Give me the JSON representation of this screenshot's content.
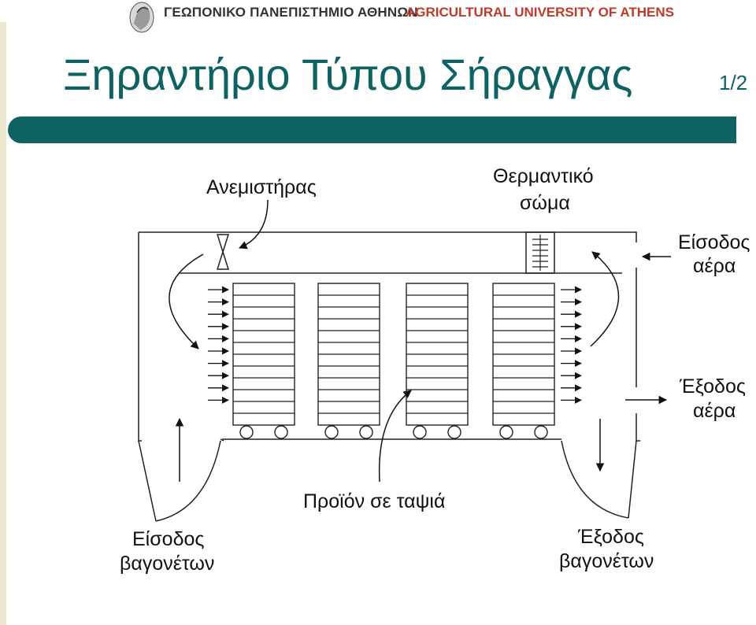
{
  "header": {
    "university_greek": "ΓΕΩΠΟΝΙΚΟ ΠΑΝΕΠΙΣΤΗΜΙΟ ΑΘΗΝΩΝ",
    "university_english": "AGRICULTURAL UNIVERSITY OF ATHENS",
    "logo": "athena-head-logo"
  },
  "slide": {
    "title": "Ξηραντήριο Τύπου Σήραγγας",
    "page": "1/2",
    "accent_color": "#0f6262"
  },
  "diagram": {
    "labels": {
      "fan": "Ανεμιστήρας",
      "heater_line1": "Θερμαντικό",
      "heater_line2": "σώμα",
      "air_in_line1": "Είσοδος",
      "air_in_line2": "αέρα",
      "air_out_line1": "Έξοδος",
      "air_out_line2": "αέρα",
      "product": "Προϊόν σε ταψιά",
      "cart_in_line1": "Είσοδος",
      "cart_in_line2": "βαγονέτων",
      "cart_out_line1": "Έξοδος",
      "cart_out_line2": "βαγονέτων"
    },
    "cart_count": 4,
    "trays_per_cart": 12
  }
}
